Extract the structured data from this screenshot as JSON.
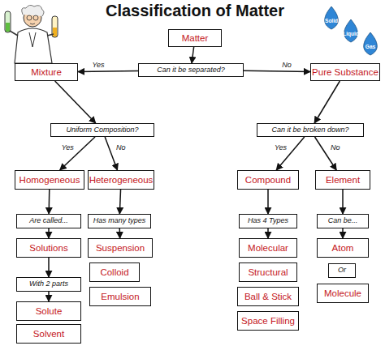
{
  "diagram": {
    "title": "Classification of Matter",
    "nodes": [
      {
        "text": [
          "Matter"
        ]
      },
      {
        "text": [
          "Can it be separated?"
        ]
      },
      {
        "text": [
          "Mixture"
        ]
      },
      {
        "text": [
          "Pure Substance"
        ]
      },
      {
        "text": [
          "Uniform Composition?"
        ]
      },
      {
        "text": [
          "Can it be broken down?"
        ]
      },
      {
        "text": [
          "Homogeneous"
        ]
      },
      {
        "text": [
          "Heterogeneous"
        ]
      },
      {
        "text": [
          "Compound"
        ]
      },
      {
        "text": [
          "Element"
        ]
      },
      {
        "text": [
          "Are called..."
        ]
      },
      {
        "text": [
          "Has many types"
        ]
      },
      {
        "text": [
          "Has 4 Types"
        ]
      },
      {
        "text": [
          "Can be..."
        ]
      },
      {
        "text": [
          "Solutions"
        ]
      },
      {
        "text": [
          "Suspension"
        ]
      },
      {
        "text": [
          "Molecular"
        ]
      },
      {
        "text": [
          "Atom"
        ]
      },
      {
        "text": [
          "Colloid"
        ]
      },
      {
        "text": [
          "Structural"
        ]
      },
      {
        "text": [
          "Or"
        ]
      },
      {
        "text": [
          "With 2 parts"
        ]
      },
      {
        "text": [
          "Emulsion"
        ]
      },
      {
        "text": [
          "Ball & Stick"
        ]
      },
      {
        "text": [
          "Molecule"
        ]
      },
      {
        "text": [
          "Solute"
        ]
      },
      {
        "text": [
          "Space Filling"
        ]
      },
      {
        "text": [
          "Solvent"
        ]
      }
    ],
    "edges": [
      {
        "from": 0,
        "to": 1,
        "arrow": "to"
      },
      {
        "from": 1,
        "to": 2,
        "arrow": "to",
        "label": "Yes"
      },
      {
        "from": 1,
        "to": 3,
        "arrow": "to",
        "label": "No"
      },
      {
        "from": 2,
        "to": 4,
        "arrow": "to"
      },
      {
        "from": 3,
        "to": 5,
        "arrow": "to"
      },
      {
        "from": 4,
        "to": 6,
        "arrow": "to",
        "label": "Yes"
      },
      {
        "from": 4,
        "to": 7,
        "arrow": "to",
        "label": "No"
      },
      {
        "from": 5,
        "to": 8,
        "arrow": "to",
        "label": "Yes"
      },
      {
        "from": 5,
        "to": 9,
        "arrow": "to",
        "label": "No"
      },
      {
        "from": 6,
        "to": 10,
        "arrow": "to"
      },
      {
        "from": 7,
        "to": 11,
        "arrow": "to"
      },
      {
        "from": 8,
        "to": 12,
        "arrow": "to"
      },
      {
        "from": 9,
        "to": 13,
        "arrow": "to"
      },
      {
        "from": 10,
        "to": 14,
        "arrow": "to"
      },
      {
        "from": 11,
        "to": 15,
        "arrow": "to"
      },
      {
        "from": 12,
        "to": 16,
        "arrow": "to"
      },
      {
        "from": 13,
        "to": 17,
        "arrow": "to"
      },
      {
        "from": 14,
        "to": 21,
        "arrow": "to"
      },
      {
        "from": 21,
        "to": 25,
        "arrow": "to"
      }
    ],
    "labels": [
      "Solid",
      "Liquid",
      "Gas"
    ]
  }
}
